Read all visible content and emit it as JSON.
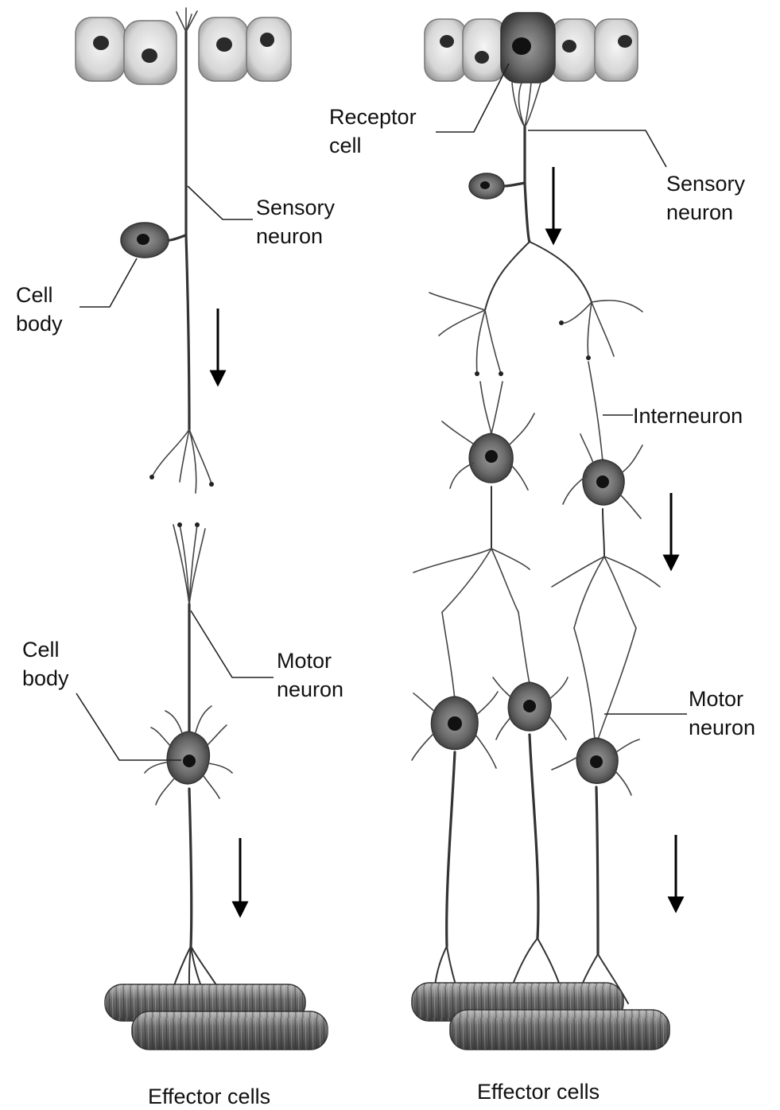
{
  "left_panel": {
    "sensory_neuron_label": [
      "Sensory",
      "neuron"
    ],
    "cell_body_upper_label": [
      "Cell",
      "body"
    ],
    "motor_neuron_label": [
      "Motor",
      "neuron"
    ],
    "cell_body_lower_label": [
      "Cell",
      "body"
    ],
    "effector_label": "Effector cells"
  },
  "right_panel": {
    "receptor_cell_label": [
      "Receptor",
      "cell"
    ],
    "sensory_neuron_label": [
      "Sensory",
      "neuron"
    ],
    "interneuron_label": "Interneuron",
    "motor_neuron_label": [
      "Motor",
      "neuron"
    ],
    "effector_label": "Effector cells"
  },
  "colors": {
    "cell_fill": "#dcdcdc",
    "nucleus": "#2a2a2a",
    "muscle": "#5a5a5a",
    "ink": "#111111"
  }
}
